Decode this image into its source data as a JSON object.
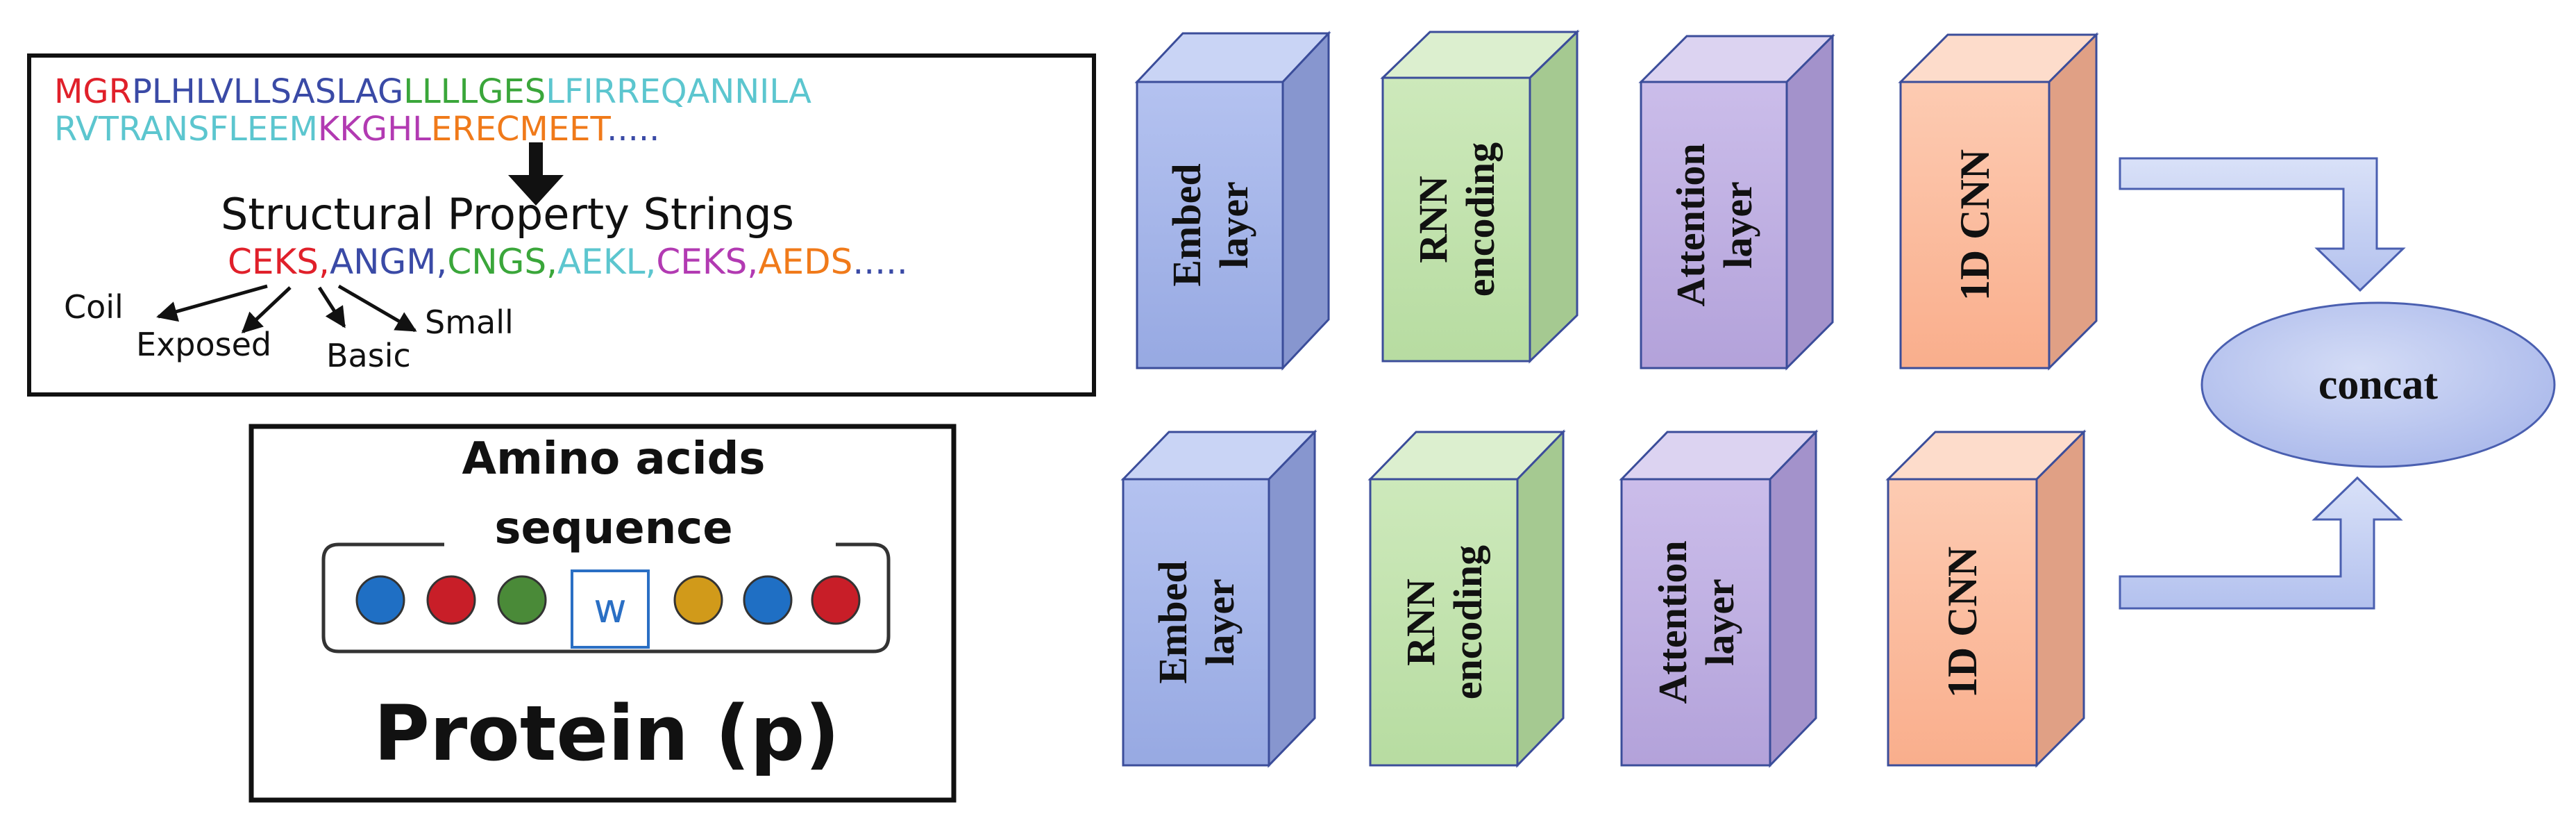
{
  "sequence": {
    "line1": [
      {
        "text": "MGR",
        "color": "#e0202a"
      },
      {
        "text": "PLHLVLLSASLAG",
        "color": "#3a4aa6"
      },
      {
        "text": "LLLLGES",
        "color": "#3aa63a"
      },
      {
        "text": "LFIRREQANNILA",
        "color": "#5cc6cf"
      }
    ],
    "line2": [
      {
        "text": "RVTRANSFLEEM",
        "color": "#5cc6cf"
      },
      {
        "text": "KKGHL",
        "color": "#b23ab2"
      },
      {
        "text": "ERECMEET",
        "color": "#f07a1a"
      },
      {
        "text": ".....",
        "color": "#3a4aa6"
      }
    ]
  },
  "structural": {
    "title": "Structural Property Strings",
    "codes": [
      {
        "text": "CEKS,",
        "color": "#e0202a"
      },
      {
        "text": "ANGM,",
        "color": "#3a4aa6"
      },
      {
        "text": "CNGS,",
        "color": "#3aa63a"
      },
      {
        "text": "AEKL,",
        "color": "#5cc6cf"
      },
      {
        "text": "CEKS,",
        "color": "#b23ab2"
      },
      {
        "text": "AEDS",
        "color": "#f07a1a"
      },
      {
        "text": ".....",
        "color": "#3a4aa6"
      }
    ],
    "labels": {
      "coil": "Coil",
      "exposed": "Exposed",
      "basic": "Basic",
      "small": "Small"
    }
  },
  "protein": {
    "title_line1": "Amino acids",
    "title_line2": "sequence",
    "center_letter": "w",
    "caption": "Protein (p)",
    "bead_colors": [
      "#1f6fc4",
      "#c81e28",
      "#4a8a38",
      "#d19a1a",
      "#1f6fc4",
      "#c81e28"
    ]
  },
  "blocks": {
    "embed": "Embed layer",
    "rnn": "RNN encoding",
    "attention": "Attention layer",
    "cnn": "1D CNN",
    "colors": {
      "embed": "#a9b8ea",
      "rnn": "#c3e2b0",
      "attention": "#c2b3e2",
      "cnn": "#fcbfa2"
    }
  },
  "concat": {
    "label": "concat",
    "color": "#b6c3ef"
  }
}
